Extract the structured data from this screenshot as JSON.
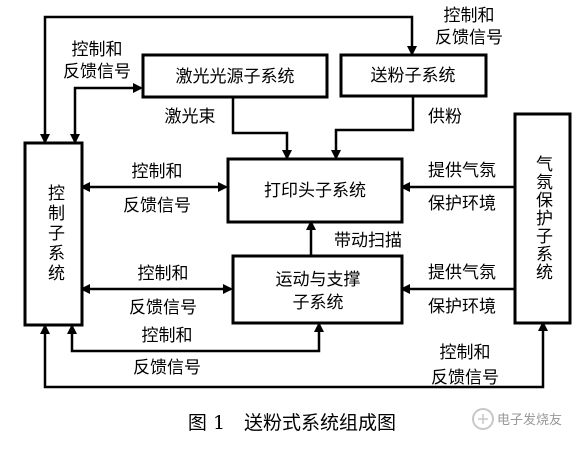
{
  "nodes": {
    "control": "控制子系统",
    "laser": "激光光源子系统",
    "powder": "送粉子系统",
    "print_head": "打印头子系统",
    "motion": [
      "运动与支撑",
      "子系统"
    ],
    "gas": "气氛保护子系统"
  },
  "edges": {
    "top_right": [
      "控制和",
      "反馈信号"
    ],
    "top_left": [
      "控制和",
      "反馈信号"
    ],
    "laser_beam": "激光束",
    "powder_feed": "供粉",
    "ctrl_print": [
      "控制和",
      "反馈信号"
    ],
    "ctrl_motion": [
      "控制和",
      "反馈信号"
    ],
    "bottom_inner": [
      "控制和",
      "反馈信号"
    ],
    "bottom_outer": [
      "控制和",
      "反馈信号"
    ],
    "motion_scan": "带动扫描",
    "gas_print": [
      "提供气氛",
      "保护环境"
    ],
    "gas_motion": [
      "提供气氛",
      "保护环境"
    ]
  },
  "caption": "图 1　送粉式系统组成图",
  "watermark": "电子发烧友"
}
